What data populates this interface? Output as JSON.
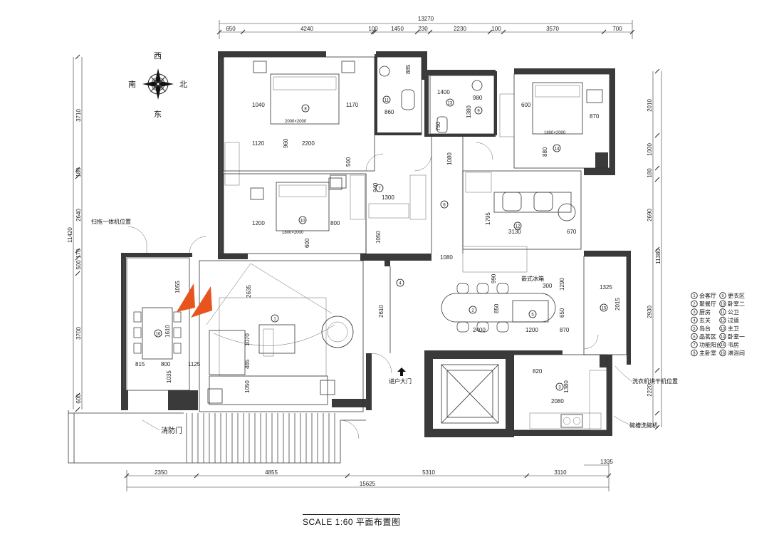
{
  "dims_top": [
    "13270",
    "650",
    "4240",
    "100",
    "1450",
    "230",
    "2230",
    "100",
    "3570",
    "700"
  ],
  "dims_bottom": [
    "2350",
    "4855",
    "5310",
    "3110",
    "15625",
    "1335"
  ],
  "dims_left": [
    "3710",
    "180",
    "2640",
    "11420",
    "500",
    "170",
    "3700",
    "600"
  ],
  "dims_right": [
    "2010",
    "1000",
    "180",
    "2690",
    "11380",
    "2930",
    "2220"
  ],
  "inner_dims": [
    "1040",
    "1170",
    "860",
    "1400",
    "980",
    "1380",
    "750",
    "600",
    "870",
    "1120",
    "960",
    "2200",
    "500",
    "940",
    "1300",
    "1080",
    "880",
    "1200",
    "800",
    "600",
    "1050",
    "1795",
    "3130",
    "670",
    "1080",
    "1055",
    "2635",
    "2610",
    "300",
    "1290",
    "1325",
    "850",
    "990",
    "650",
    "2015",
    "2400",
    "1200",
    "870",
    "1610",
    "815",
    "800",
    "1125",
    "1070",
    "465",
    "1050",
    "1035",
    "820",
    "1380",
    "2080",
    "885"
  ],
  "bed_labels": [
    "2000×2000",
    "1800×2000",
    "1800×2000"
  ],
  "compass": {
    "north": "北",
    "south": "南",
    "east": "东",
    "west": "西"
  },
  "annotations": {
    "projector": "扫拖一体机位置",
    "fridge": "嵌式冰箱",
    "washer": "洗衣机烘干机位置",
    "sink": "碗槽洗碗机",
    "entrance": "进户大门",
    "fire_door": "消防门"
  },
  "room_numbers": [
    "1",
    "2",
    "3",
    "4",
    "5",
    "6",
    "7",
    "8",
    "9",
    "10",
    "11",
    "12",
    "13",
    "14",
    "15",
    "16"
  ],
  "legend": [
    {
      "num": "1",
      "name": "会客厅"
    },
    {
      "num": "2",
      "name": "聚餐厅"
    },
    {
      "num": "3",
      "name": "厨房"
    },
    {
      "num": "4",
      "name": "玄关"
    },
    {
      "num": "5",
      "name": "岛台"
    },
    {
      "num": "6",
      "name": "品茗区"
    },
    {
      "num": "7",
      "name": "功能阳台"
    },
    {
      "num": "8",
      "name": "主卧室"
    },
    {
      "num": "9",
      "name": "更衣区"
    },
    {
      "num": "10",
      "name": "卧室二"
    },
    {
      "num": "11",
      "name": "公卫"
    },
    {
      "num": "12",
      "name": "过道"
    },
    {
      "num": "13",
      "name": "主卫"
    },
    {
      "num": "14",
      "name": "卧室一"
    },
    {
      "num": "15",
      "name": "书房"
    },
    {
      "num": "16",
      "name": "淋浴间"
    }
  ],
  "scale_text": "SCALE 1:60   平面布置图"
}
